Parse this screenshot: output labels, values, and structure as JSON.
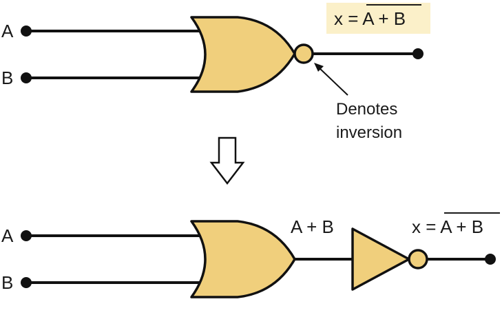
{
  "top": {
    "input_a": "A",
    "input_b": "B",
    "expression": "x = A + B",
    "expression_prefix": "x =",
    "expression_overbar": "A + B",
    "annotation_line1": "Denotes",
    "annotation_line2": "inversion"
  },
  "bottom": {
    "input_a": "A",
    "input_b": "B",
    "intermediate": "A + B",
    "expression": "x = A + B",
    "expression_prefix": "x =",
    "expression_overbar": "A + B"
  },
  "colors": {
    "gate_fill": "#f0cf7c",
    "highlight_box": "#fbf0c9",
    "wire": "#111111"
  },
  "icons": {
    "transform": "down-arrow-icon"
  }
}
